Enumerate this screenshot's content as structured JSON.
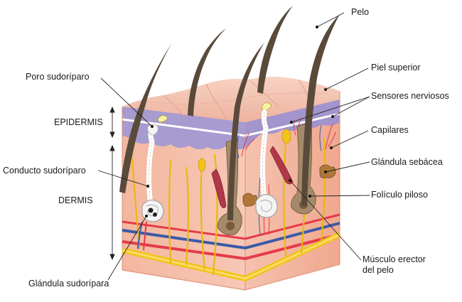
{
  "labels": {
    "pelo": "Pelo",
    "piel_superior": "Piel superior",
    "sensores": "Sensores nerviosos",
    "capilares": "Capilares",
    "glandula_sebacea": "Glándula sebácea",
    "foliculo": "Folículo piloso",
    "musculo_1": "Músculo erector",
    "musculo_2": "del pelo",
    "poro": "Poro sudoríparo",
    "epidermis": "EPIDERMIS",
    "conducto": "Conducto sudoríparo",
    "dermis": "DERMIS",
    "glandula_sudoripara": "Glándula sudorípara"
  },
  "colors": {
    "skin_top": "#f3c6b6",
    "skin_side": "#f0a98e",
    "epidermis": "#a999cf",
    "dermis": "#f4b7a0",
    "hair": "#5a4a3a",
    "artery": "#e63a4a",
    "vein": "#3a4f9a",
    "nerve": "#f2c318",
    "sweat_gland": "#f4f4f4"
  }
}
